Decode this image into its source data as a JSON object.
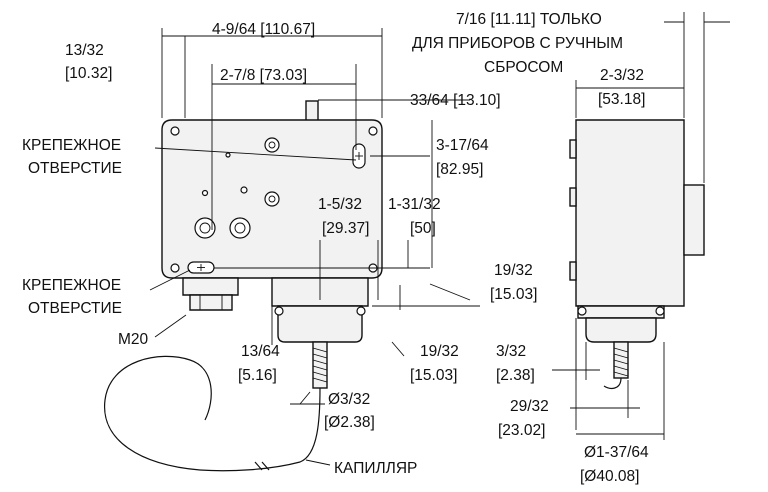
{
  "labels": {
    "width_overall": "4-9/64 [110.67]",
    "left_offset_in": "13/32",
    "left_offset_mm": "[10.32]",
    "hole_spacing": "2-7/8 [73.03]",
    "reset_note_1": "7/16 [11.11] ТОЛЬКО",
    "reset_note_2": "ДЛЯ ПРИБОРОВ С РУЧНЫМ",
    "reset_note_3": "СБРОСОМ",
    "depth_in": "2-3/32",
    "depth_mm": "[53.18]",
    "knob_offset": "33/64 [13.10]",
    "mount_hole_top_1": "КРЕПЕЖНОЕ",
    "mount_hole_top_2": "ОТВЕРСТИЕ",
    "height_in": "3-17/64",
    "height_mm": "[82.95]",
    "dim_a_in": "1-5/32",
    "dim_a_mm": "[29.37]",
    "dim_b_in": "1-31/32",
    "dim_b_mm": "[50]",
    "dim_c_in": "19/32",
    "dim_c_mm": "[15.03]",
    "mount_hole_bottom_1": "КРЕПЕЖНОЕ",
    "mount_hole_bottom_2": "ОТВЕРСТИЕ",
    "conduit": "M20",
    "bottom_offset_in": "13/64",
    "bottom_offset_mm": "[5.16]",
    "stem_in": "19/32",
    "stem_mm": "[15.03]",
    "capillary_dia_in": "Ø3/32",
    "capillary_dia_mm": "[Ø2.38]",
    "capillary": "КАПИЛЛЯР",
    "side_a_in": "3/32",
    "side_a_mm": "[2.38]",
    "side_b_in": "29/32",
    "side_b_mm": "[23.02]",
    "bulb_dia_in": "Ø1-37/64",
    "bulb_dia_mm": "[Ø40.08]"
  }
}
